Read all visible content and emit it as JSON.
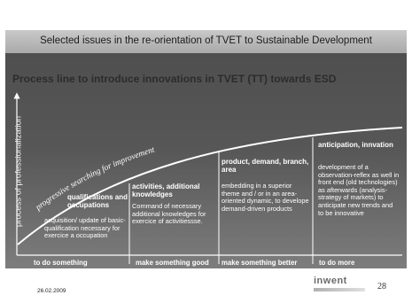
{
  "header": {
    "title": "Selected issues in the re-orientation of TVET to Sustainable Development"
  },
  "slide": {
    "process_title": "Process line to introduce innovations in TVET (TT) towards ESD",
    "y_axis_label": "process of professionalization",
    "curve_label": "progressive searching for improvement",
    "columns": [
      {
        "heading": "qualifications and occupations",
        "body": "acquisition/ update of basic-qualification necessary for exercice a occupation",
        "footer": "to do something"
      },
      {
        "heading": "activities, additional knowledges",
        "body": "Command of necessary additional knowledges for exercice of activitiessse.",
        "footer": "make something good"
      },
      {
        "heading": "product, demand, branch, area",
        "body": "embedding in a superior theme and / or in an area-oriented dynamic, to develope demand-driven products",
        "footer": "make something better"
      },
      {
        "heading": "anticipation, innvation",
        "body": "development of a observation-reflex as well in front end (old technologies) as afterwards (analysis-strategy of markets) to anticipate new trends and to be innovative",
        "footer": "to do more"
      }
    ]
  },
  "footer": {
    "date": "26.02.2009",
    "logo_text": "inwent",
    "page_number": "28"
  }
}
